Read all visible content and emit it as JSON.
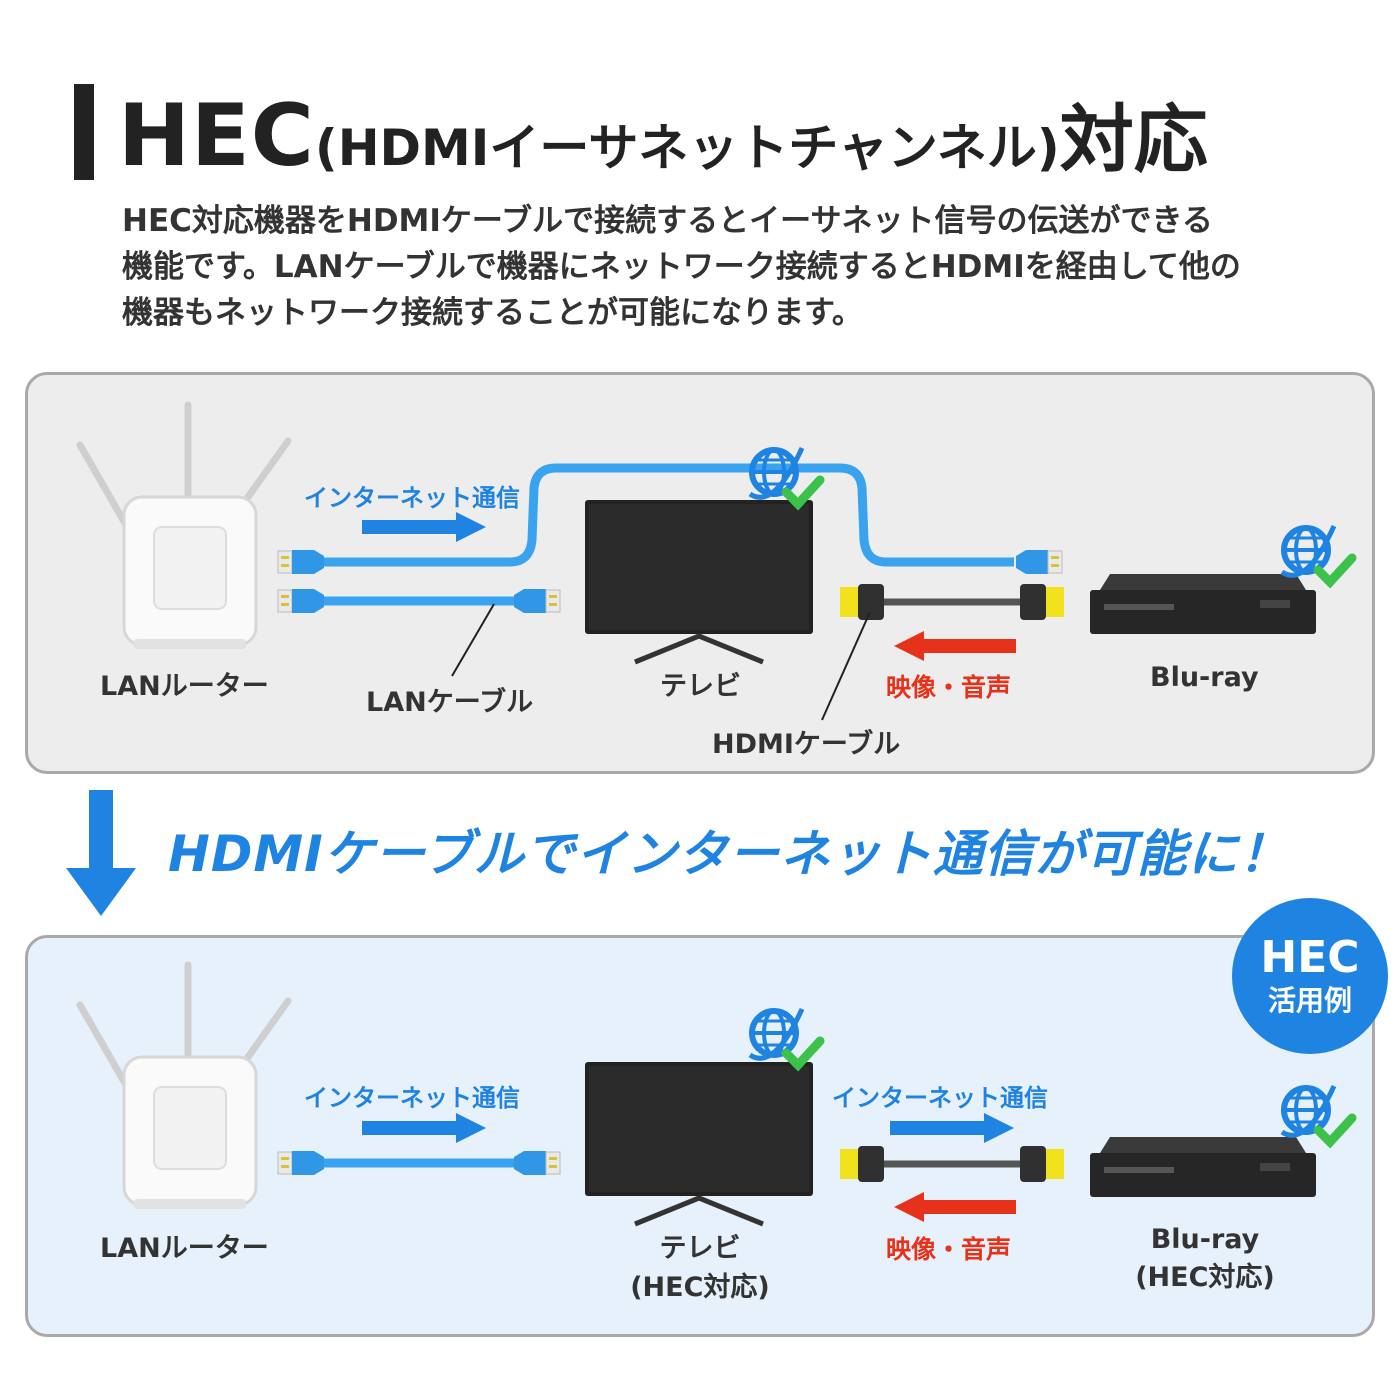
{
  "header": {
    "title_main": "HEC",
    "title_sub": "(HDMIイーサネットチャンネル)",
    "title_end": "対応"
  },
  "description": [
    "HEC対応機器をHDMIケーブルで接続するとイーサネット信号の伝送ができる",
    "機能です。LANケーブルで機器にネットワーク接続するとHDMIを経由して他の",
    "機器もネットワーク接続することが可能になります。"
  ],
  "top_diagram": {
    "router_label": "LANルーター",
    "lan_cable_label": "LANケーブル",
    "tv_label": "テレビ",
    "hdmi_cable_label": "HDMIケーブル",
    "bluray_label": "Blu-ray",
    "internet_label": "インターネット通信",
    "av_label": "映像・音声"
  },
  "middle": {
    "message": "HDMIケーブルでインターネット通信が可能に！"
  },
  "badge": {
    "line1": "HEC",
    "line2": "活用例"
  },
  "bottom_diagram": {
    "router_label": "LANルーター",
    "tv_label_1": "テレビ",
    "tv_label_2": "(HEC対応)",
    "bluray_label_1": "Blu-ray",
    "bluray_label_2": "(HEC対応)",
    "internet_label_left": "インターネット通信",
    "internet_label_right": "インターネット通信",
    "av_label": "映像・音声"
  },
  "colors": {
    "accent_blue": "#1f83e1",
    "cable_blue": "#3aa3f0",
    "av_red": "#e6321a",
    "check_green": "#3cc24a",
    "hdmi_yellow": "#f2e21e"
  }
}
